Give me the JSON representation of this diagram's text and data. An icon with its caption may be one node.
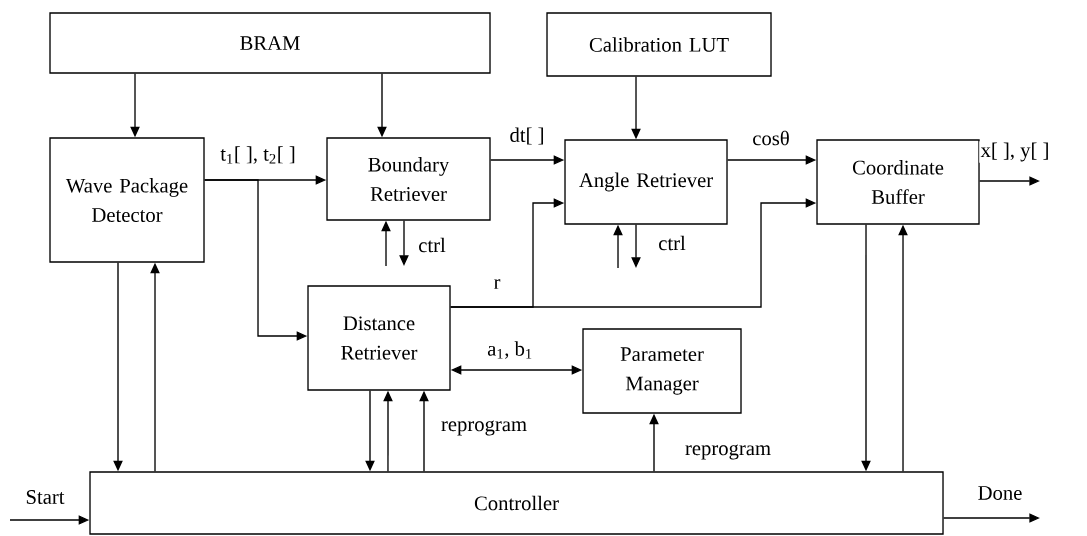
{
  "diagram": {
    "nodes": [
      {
        "text": [
          "BRAM"
        ]
      },
      {
        "text": [
          "Calibration LUT"
        ]
      },
      {
        "text": [
          "Wave Package Detector"
        ]
      },
      {
        "text": [
          "Boundary Retriever"
        ]
      },
      {
        "text": [
          "Angle Retriever"
        ]
      },
      {
        "text": [
          "Coordinate Buffer"
        ]
      },
      {
        "text": [
          "Distance Retriever"
        ]
      },
      {
        "text": [
          "Parameter Manager"
        ]
      },
      {
        "text": [
          "Controller"
        ]
      }
    ],
    "edges": [
      {
        "from": 0,
        "to": 2,
        "arrow": "to"
      },
      {
        "from": 0,
        "to": 3,
        "arrow": "to"
      },
      {
        "from": 1,
        "to": 4,
        "arrow": "to"
      },
      {
        "from": 2,
        "to": 3,
        "arrow": "to",
        "label": "t$_{1}$[ ], t$_{2}$[ ]"
      },
      {
        "from": 2,
        "to": 6,
        "arrow": "to"
      },
      {
        "from": 3,
        "to": 4,
        "arrow": "to",
        "label": "dt[ ]"
      },
      {
        "from": 4,
        "to": 5,
        "arrow": "to",
        "label": "cosθ"
      },
      {
        "from": 6,
        "to": 4,
        "arrow": "to",
        "label": "r"
      },
      {
        "from": 6,
        "to": 5,
        "arrow": "to"
      },
      {
        "from": 5,
        "to": null,
        "arrow": "to",
        "label": "x[ ], y[ ]"
      },
      {
        "from": 6,
        "to": 7,
        "arrow": "both",
        "label": "a$_{1}$, b$_{1}$"
      },
      {
        "from": null,
        "to": 3,
        "arrow": "to"
      },
      {
        "from": 3,
        "to": null,
        "arrow": "to",
        "label": "ctrl"
      },
      {
        "from": null,
        "to": 4,
        "arrow": "to"
      },
      {
        "from": 4,
        "to": null,
        "arrow": "to",
        "label": "ctrl"
      },
      {
        "from": 2,
        "to": 8,
        "arrow": "to"
      },
      {
        "from": 8,
        "to": 2,
        "arrow": "to"
      },
      {
        "from": 6,
        "to": 8,
        "arrow": "to"
      },
      {
        "from": 8,
        "to": 6,
        "arrow": "to"
      },
      {
        "from": 8,
        "to": 6,
        "arrow": "to",
        "label": "reprogram"
      },
      {
        "from": 8,
        "to": 7,
        "arrow": "to",
        "label": "reprogram"
      },
      {
        "from": 5,
        "to": 8,
        "arrow": "to"
      },
      {
        "from": 8,
        "to": 5,
        "arrow": "to"
      },
      {
        "from": null,
        "to": 8,
        "arrow": "to",
        "label": "Start"
      },
      {
        "from": 8,
        "to": null,
        "arrow": "to",
        "label": "Done"
      }
    ]
  }
}
